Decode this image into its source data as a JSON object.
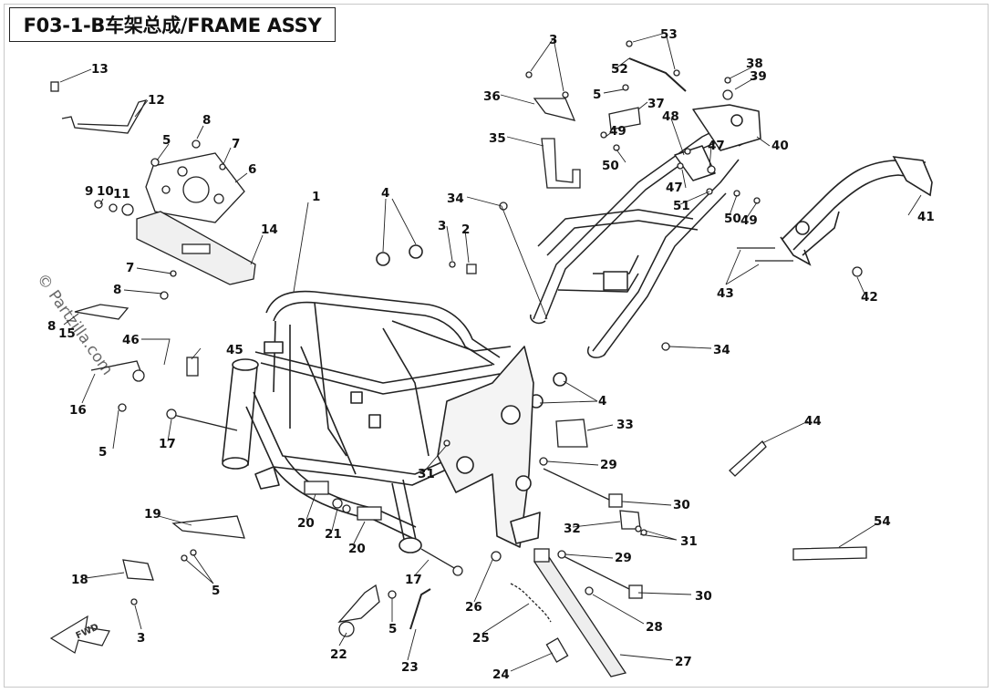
{
  "title": "F03-1-B车架总成/FRAME ASSY",
  "watermark": "© Partzilla.com",
  "fwd_label": "FWD",
  "colors": {
    "line": "#1a1a1a",
    "part_fill": "#ffffff",
    "part_stroke": "#2a2a2a",
    "shade": "#bdbdbd"
  },
  "callouts": [
    {
      "id": "c13a",
      "text": "13"
    },
    {
      "id": "c12",
      "text": "12"
    },
    {
      "id": "c8a",
      "text": "8"
    },
    {
      "id": "c5a",
      "text": "5"
    },
    {
      "id": "c7a",
      "text": "7"
    },
    {
      "id": "c6",
      "text": "6"
    },
    {
      "id": "c1",
      "text": "1"
    },
    {
      "id": "c9",
      "text": "9"
    },
    {
      "id": "c10",
      "text": "10"
    },
    {
      "id": "c11",
      "text": "11"
    },
    {
      "id": "c14",
      "text": "14"
    },
    {
      "id": "c7b",
      "text": "7"
    },
    {
      "id": "c8b",
      "text": "8"
    },
    {
      "id": "c8c",
      "text": "8"
    },
    {
      "id": "c15",
      "text": "15"
    },
    {
      "id": "c46",
      "text": "46"
    },
    {
      "id": "c45",
      "text": "45"
    },
    {
      "id": "c16",
      "text": "16"
    },
    {
      "id": "c5b",
      "text": "5"
    },
    {
      "id": "c17a",
      "text": "17"
    },
    {
      "id": "c4a",
      "text": "4"
    },
    {
      "id": "c3a",
      "text": "3"
    },
    {
      "id": "c2",
      "text": "2"
    },
    {
      "id": "c34a",
      "text": "34"
    },
    {
      "id": "c3b",
      "text": "3"
    },
    {
      "id": "c53",
      "text": "53"
    },
    {
      "id": "c52",
      "text": "52"
    },
    {
      "id": "c36",
      "text": "36"
    },
    {
      "id": "c5c",
      "text": "5"
    },
    {
      "id": "c37",
      "text": "37"
    },
    {
      "id": "c38",
      "text": "38"
    },
    {
      "id": "c39",
      "text": "39"
    },
    {
      "id": "c35",
      "text": "35"
    },
    {
      "id": "c49a",
      "text": "49"
    },
    {
      "id": "c48",
      "text": "48"
    },
    {
      "id": "c47a",
      "text": "47"
    },
    {
      "id": "c40",
      "text": "40"
    },
    {
      "id": "c50a",
      "text": "50"
    },
    {
      "id": "c47b",
      "text": "47"
    },
    {
      "id": "c51",
      "text": "51"
    },
    {
      "id": "c50b",
      "text": "50"
    },
    {
      "id": "c49b",
      "text": "49"
    },
    {
      "id": "c41",
      "text": "41"
    },
    {
      "id": "c43",
      "text": "43"
    },
    {
      "id": "c42",
      "text": "42"
    },
    {
      "id": "c34b",
      "text": "34"
    },
    {
      "id": "c4b",
      "text": "4"
    },
    {
      "id": "c33",
      "text": "33"
    },
    {
      "id": "c44",
      "text": "44"
    },
    {
      "id": "c29a",
      "text": "29"
    },
    {
      "id": "c31a",
      "text": "31"
    },
    {
      "id": "c30a",
      "text": "30"
    },
    {
      "id": "c32",
      "text": "32"
    },
    {
      "id": "c31b",
      "text": "31"
    },
    {
      "id": "c54",
      "text": "54"
    },
    {
      "id": "c19",
      "text": "19"
    },
    {
      "id": "c20a",
      "text": "20"
    },
    {
      "id": "c21",
      "text": "21"
    },
    {
      "id": "c20b",
      "text": "20"
    },
    {
      "id": "c18",
      "text": "18"
    },
    {
      "id": "c5d",
      "text": "5"
    },
    {
      "id": "c3c",
      "text": "3"
    },
    {
      "id": "c17b",
      "text": "17"
    },
    {
      "id": "c26",
      "text": "26"
    },
    {
      "id": "c29b",
      "text": "29"
    },
    {
      "id": "c30b",
      "text": "30"
    },
    {
      "id": "c5e",
      "text": "5"
    },
    {
      "id": "c22",
      "text": "22"
    },
    {
      "id": "c23",
      "text": "23"
    },
    {
      "id": "c25",
      "text": "25"
    },
    {
      "id": "c28",
      "text": "28"
    },
    {
      "id": "c24",
      "text": "24"
    },
    {
      "id": "c27",
      "text": "27"
    }
  ]
}
